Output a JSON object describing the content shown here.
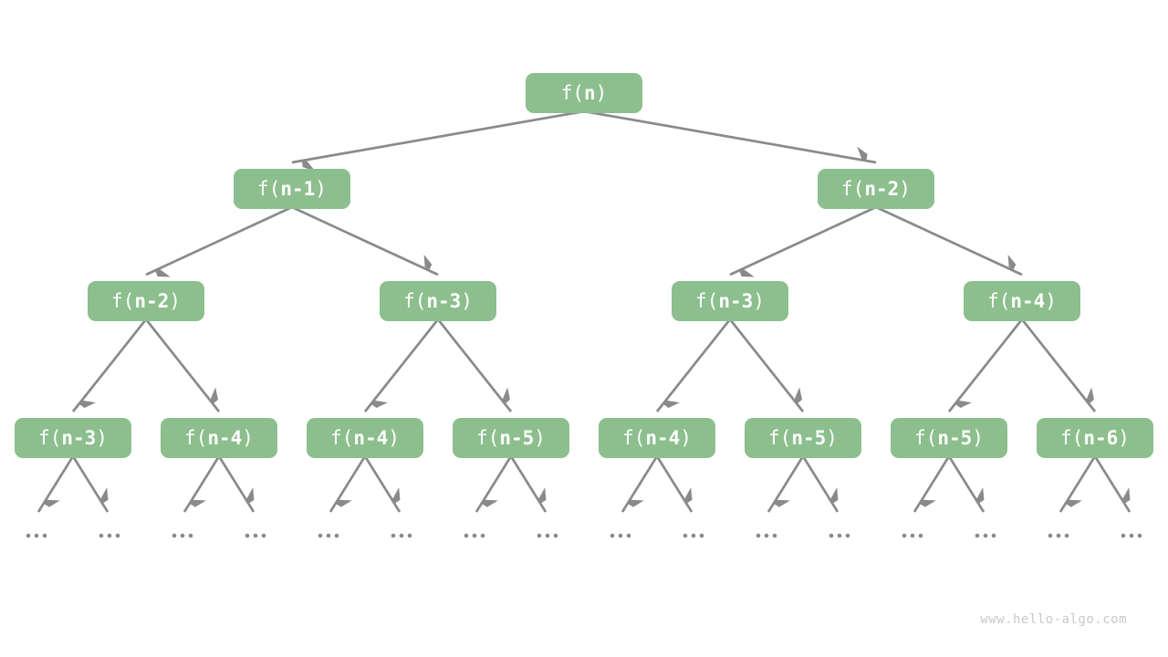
{
  "diagram": {
    "type": "recursion-tree",
    "node_labels_by_level": [
      [
        "f(n)"
      ],
      [
        "f(n-1)",
        "f(n-2)"
      ],
      [
        "f(n-2)",
        "f(n-3)",
        "f(n-3)",
        "f(n-4)"
      ],
      [
        "f(n-3)",
        "f(n-4)",
        "f(n-4)",
        "f(n-5)",
        "f(n-4)",
        "f(n-5)",
        "f(n-5)",
        "f(n-6)"
      ]
    ],
    "leaf_ellipsis": "...",
    "colors": {
      "background": "#FFFFFF",
      "node_fill": "#8CBF8D",
      "node_text": "#FFFFFF",
      "edge": "#8A8A8A",
      "ellipsis_dot": "#8A8A8A",
      "watermark": "#C9C9C9"
    }
  },
  "watermark": {
    "text": "www.hello-algo.com"
  }
}
